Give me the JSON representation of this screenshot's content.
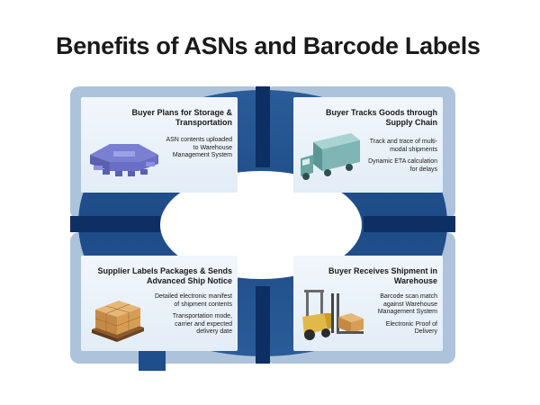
{
  "slide": {
    "title": "Benefits of ASNs and Barcode Labels"
  },
  "colors": {
    "frame_light": "#adc3db",
    "ring_blue": "#20508d",
    "ring_dark": "#0d2f63",
    "panel_bg": "#e8f0f8",
    "arrow_blue": "#1f4e8c"
  },
  "quadrants": {
    "top_left": {
      "title": "Buyer Plans for Storage & Transportation",
      "items": [
        "ASN contents uploaded to Warehouse Management System"
      ],
      "icon": "warehouse-icon"
    },
    "top_right": {
      "title": "Buyer Tracks Goods through Supply Chain",
      "items": [
        "Track and trace of multi-modal shipments",
        "Dynamic ETA calculation for delays"
      ],
      "icon": "truck-icon"
    },
    "bottom_left": {
      "title": "Supplier Labels Packages & Sends Advanced Ship Notice",
      "items": [
        "Detailed electronic manifest of shipment contents",
        "Transportation mode, carrier and expected delivery date"
      ],
      "icon": "pallet-boxes-icon"
    },
    "bottom_right": {
      "title": "Buyer Receives Shipment in Warehouse",
      "items": [
        "Barcode scan match against Warehouse Management System",
        "Electronic Proof of Delivery"
      ],
      "icon": "forklift-icon"
    }
  }
}
